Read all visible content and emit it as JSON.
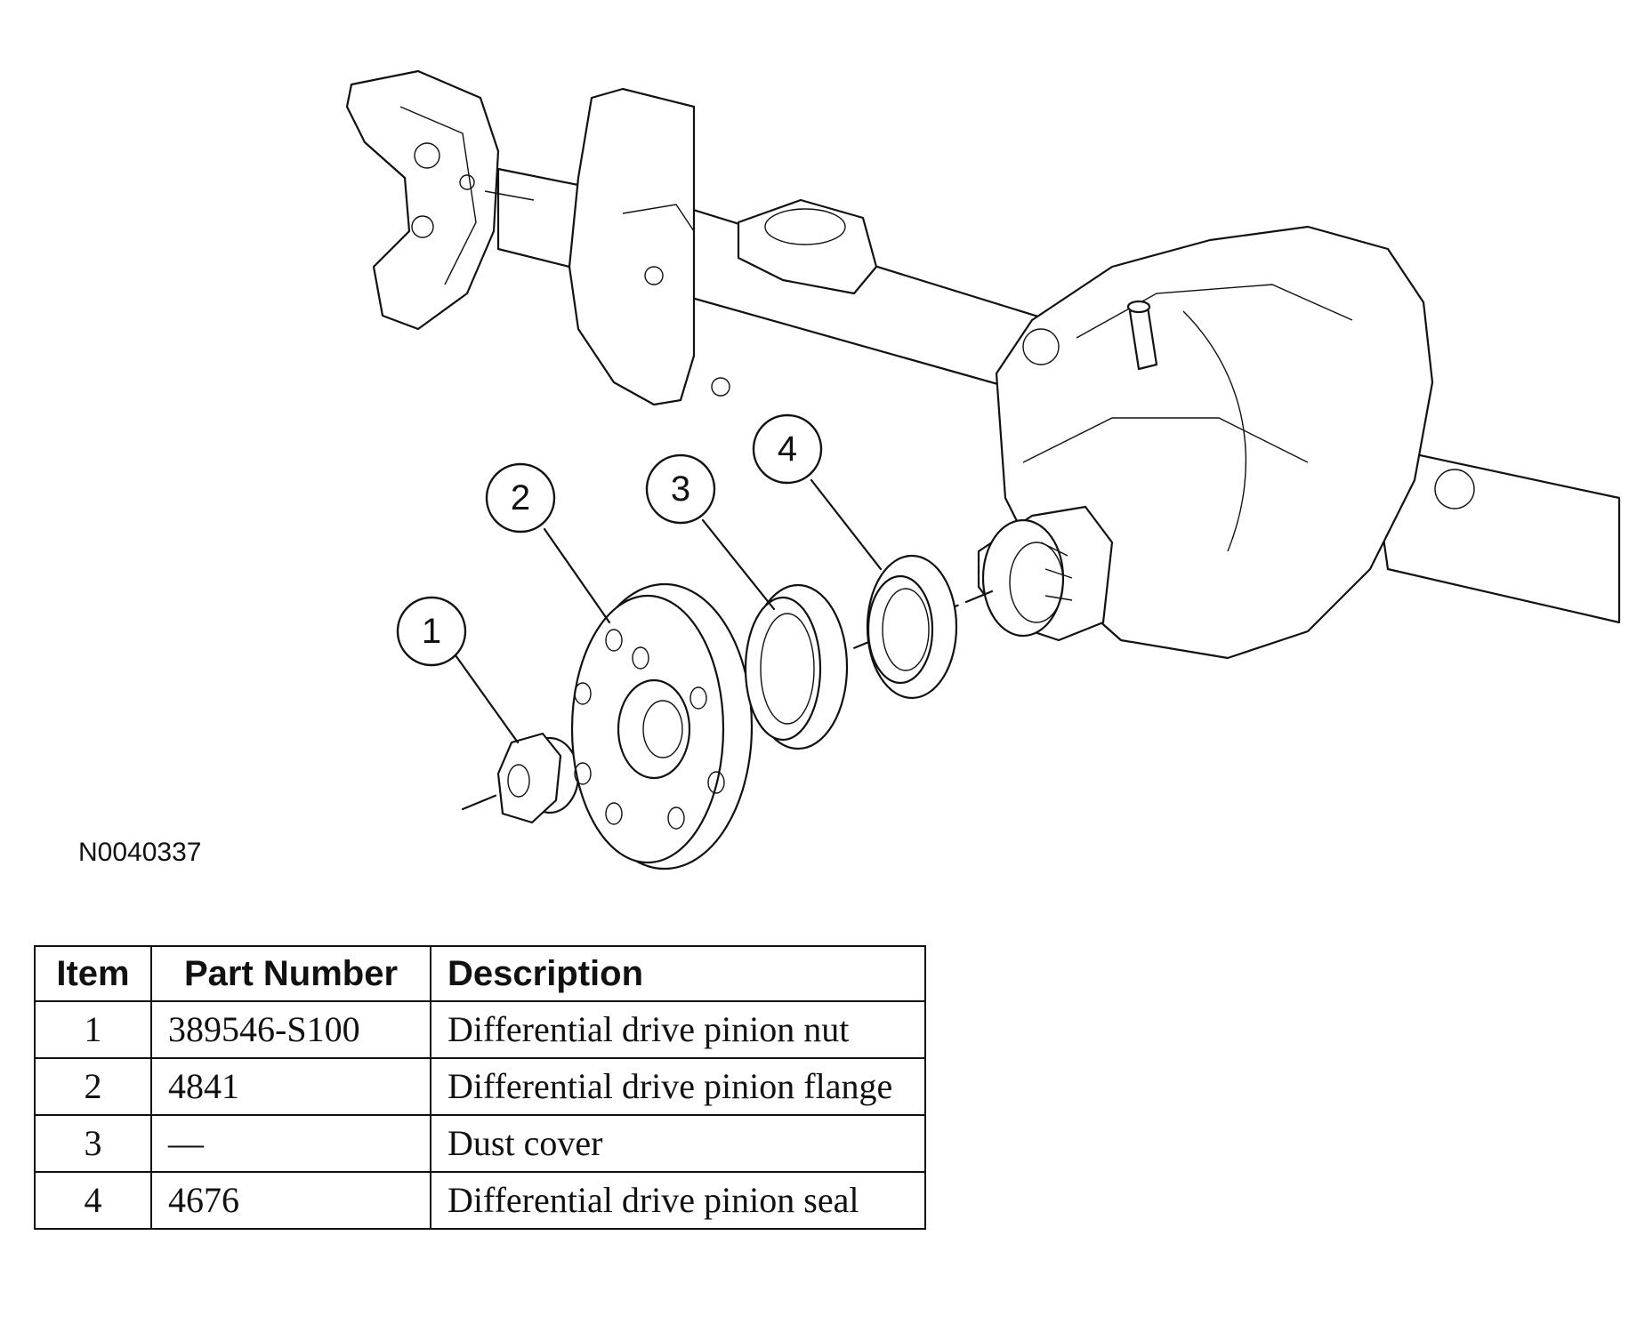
{
  "figure": {
    "code": "N0040337",
    "callouts": [
      "1",
      "2",
      "3",
      "4"
    ]
  },
  "table": {
    "headers": [
      "Item",
      "Part Number",
      "Description"
    ],
    "rows": [
      {
        "item": "1",
        "part_number": "389546-S100",
        "description": "Differential drive pinion nut"
      },
      {
        "item": "2",
        "part_number": "4841",
        "description": "Differential drive pinion flange"
      },
      {
        "item": "3",
        "part_number": "—",
        "description": "Dust cover"
      },
      {
        "item": "4",
        "part_number": "4676",
        "description": "Differential drive pinion seal"
      }
    ]
  }
}
